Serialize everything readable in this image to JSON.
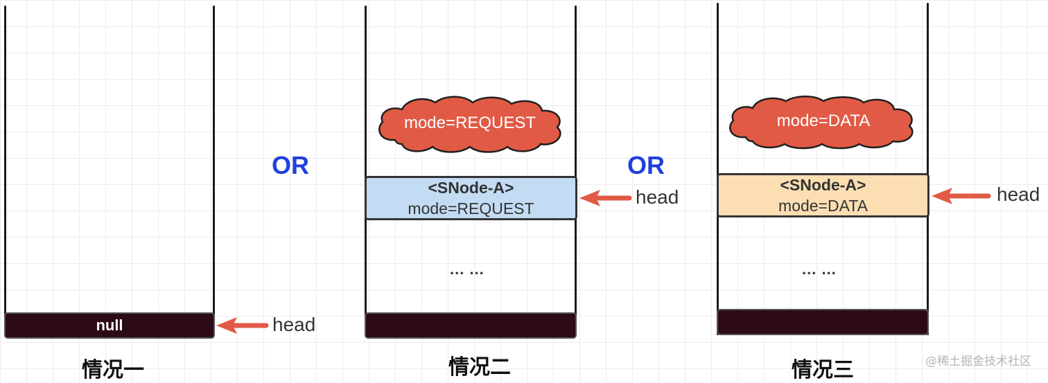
{
  "colors": {
    "accent_red": "#e15a45",
    "or_blue": "#1f3fe0",
    "node_request_fill": "#c3dcf4",
    "node_data_fill": "#fbdfb3",
    "base_fill": "#2d0a17"
  },
  "or_text": "OR",
  "stacks": [
    {
      "caption": "情况一",
      "base_label": "null",
      "head_label": "head"
    },
    {
      "caption": "情况二",
      "cloud_label": "mode=REQUEST",
      "node_title": "<SNode-A>",
      "node_mode": "mode=REQUEST",
      "head_label": "head",
      "ellipsis": "... ..."
    },
    {
      "caption": "情况三",
      "cloud_label": "mode=DATA",
      "node_title": "<SNode-A>",
      "node_mode": "mode=DATA",
      "head_label": "head",
      "ellipsis": "... ..."
    }
  ],
  "watermark": "@稀土掘金技术社区"
}
